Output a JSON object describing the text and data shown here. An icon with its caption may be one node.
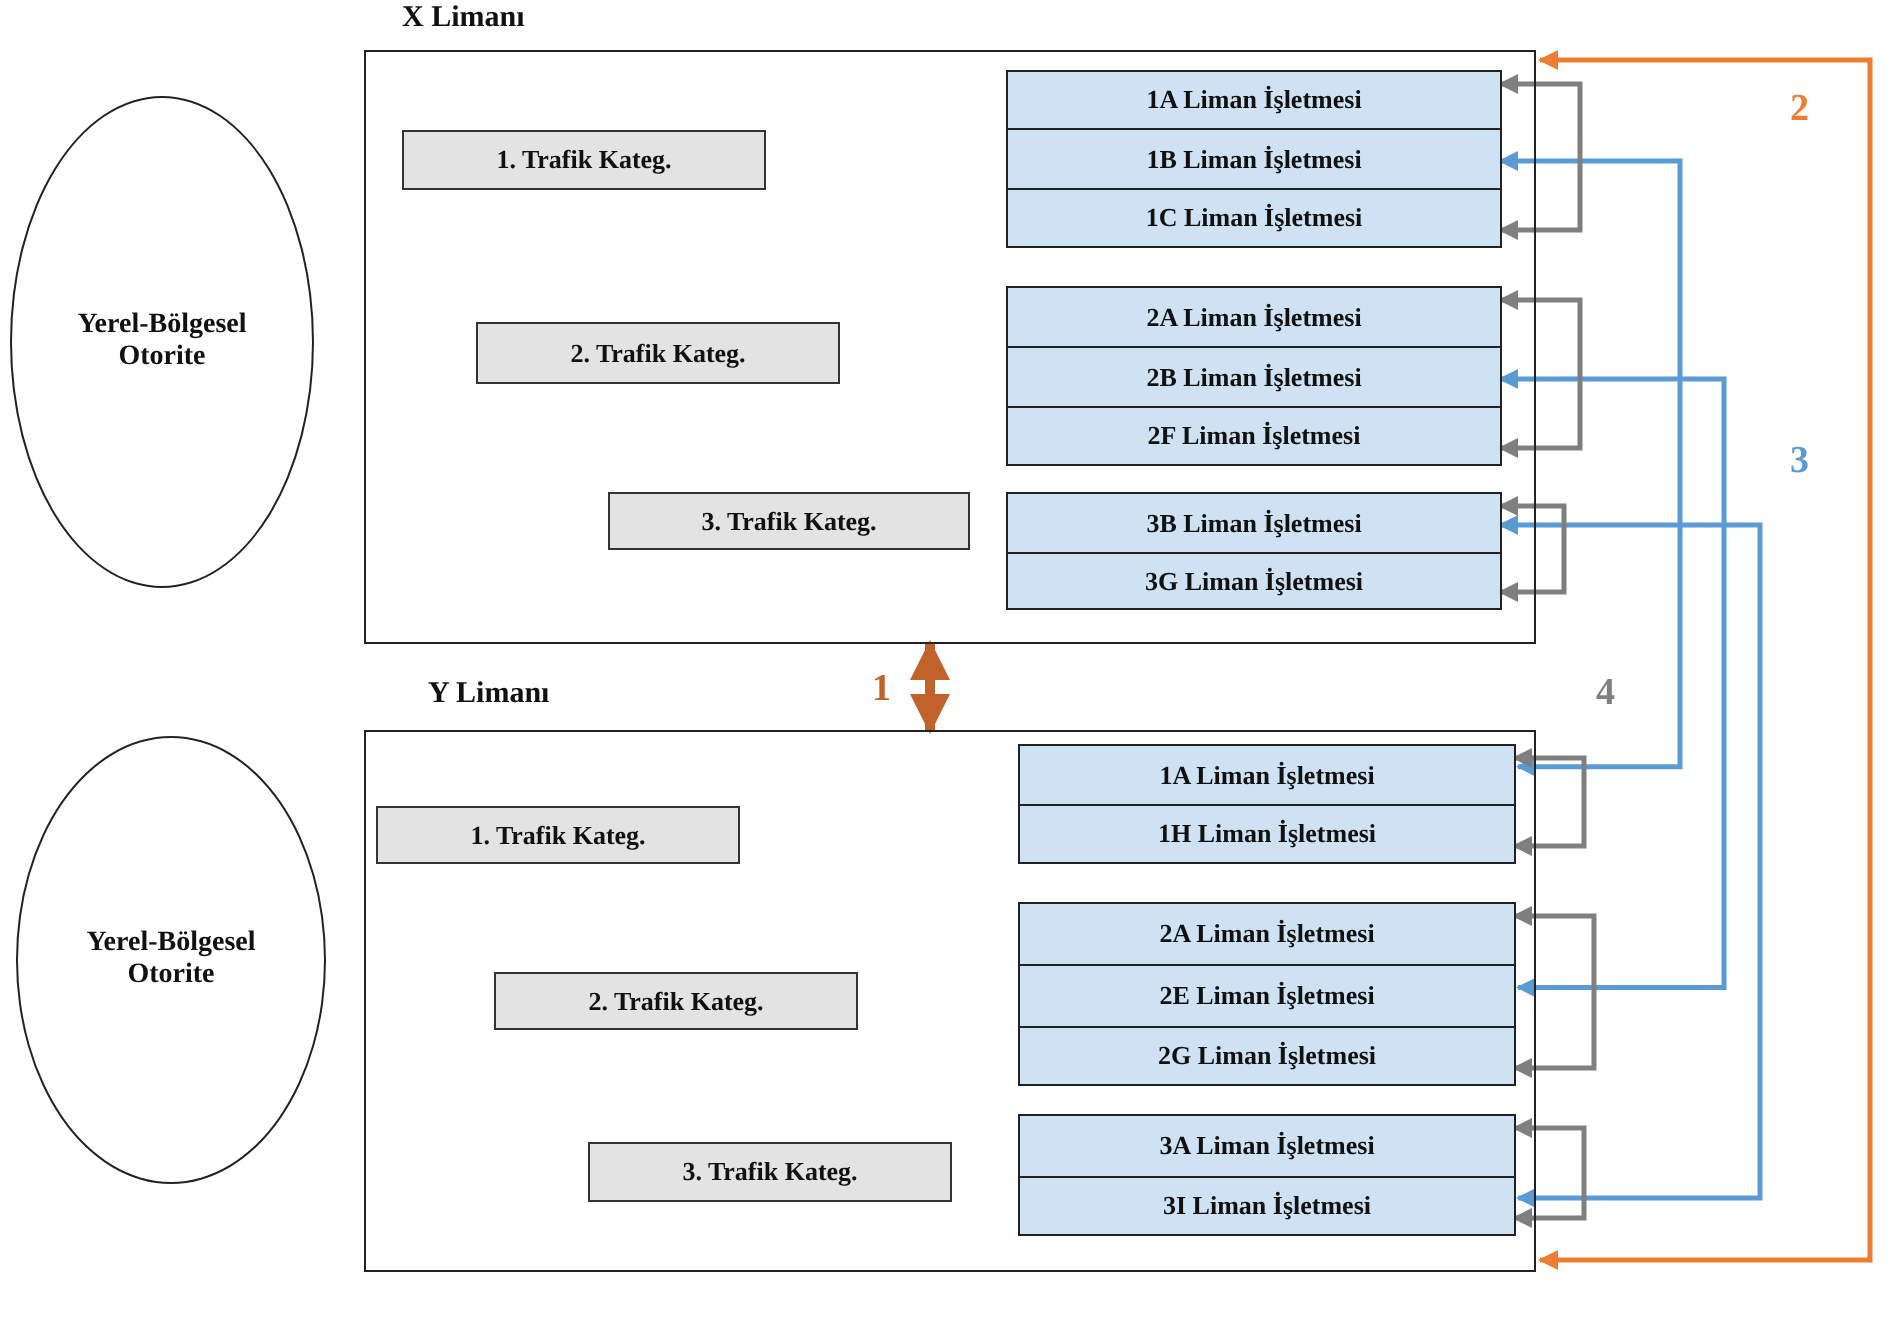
{
  "diagram": {
    "nodes": [
      {
        "text": [
          "X Limanı"
        ]
      },
      {
        "text": [
          "1. Trafik Kateg."
        ],
        "in": 0
      },
      {
        "text": [
          "2. Trafik Kateg."
        ],
        "in": 0
      },
      {
        "text": [
          "3. Trafik Kateg."
        ],
        "in": 0
      },
      {
        "text": [
          "1A Liman İşletmesi"
        ],
        "in": 0
      },
      {
        "text": [
          "1B Liman İşletmesi"
        ],
        "in": 0
      },
      {
        "text": [
          "1C Liman İşletmesi"
        ],
        "in": 0
      },
      {
        "text": [
          "2A Liman İşletmesi"
        ],
        "in": 0
      },
      {
        "text": [
          "2B Liman İşletmesi"
        ],
        "in": 0
      },
      {
        "text": [
          "2F Liman İşletmesi"
        ],
        "in": 0
      },
      {
        "text": [
          "3B Liman İşletmesi"
        ],
        "in": 0
      },
      {
        "text": [
          "3G Liman İşletmesi"
        ],
        "in": 0
      },
      {
        "text": [
          "Yerel-Bölgesel Otorite"
        ]
      },
      {
        "text": [
          "Y Limanı"
        ]
      },
      {
        "text": [
          "1. Trafik Kateg."
        ],
        "in": 13
      },
      {
        "text": [
          "2. Trafik Kateg."
        ],
        "in": 13
      },
      {
        "text": [
          "3. Trafik Kateg."
        ],
        "in": 13
      },
      {
        "text": [
          "1A Liman İşletmesi"
        ],
        "in": 13
      },
      {
        "text": [
          "1H Liman İşletmesi"
        ],
        "in": 13
      },
      {
        "text": [
          "2A Liman İşletmesi"
        ],
        "in": 13
      },
      {
        "text": [
          "2E Liman İşletmesi"
        ],
        "in": 13
      },
      {
        "text": [
          "2G Liman İşletmesi"
        ],
        "in": 13
      },
      {
        "text": [
          "3A Liman İşletmesi"
        ],
        "in": 13
      },
      {
        "text": [
          "3I Liman İşletmesi"
        ],
        "in": 13
      },
      {
        "text": [
          "Yerel-Bölgesel Otorite"
        ]
      }
    ],
    "edges": [
      {
        "from": 0,
        "to": 13,
        "arrow": "both",
        "style": "thick",
        "color": "#c0622a"
      },
      {
        "from": 0,
        "to": 13,
        "arrow": "both",
        "color": "#ed7d31"
      },
      {
        "from": 5,
        "to": 17,
        "arrow": "both",
        "color": "#5b9bd5"
      },
      {
        "from": 8,
        "to": 20,
        "arrow": "both",
        "color": "#5b9bd5"
      },
      {
        "from": 10,
        "to": 23,
        "arrow": "both",
        "color": "#5b9bd5"
      },
      {
        "from": 4,
        "to": 6,
        "arrow": "both"
      },
      {
        "from": 7,
        "to": 9,
        "arrow": "both"
      },
      {
        "from": 10,
        "to": 11,
        "arrow": "both"
      },
      {
        "from": 17,
        "to": 18,
        "arrow": "both"
      },
      {
        "from": 19,
        "to": 21,
        "arrow": "both"
      },
      {
        "from": 22,
        "to": 23,
        "arrow": "both"
      }
    ],
    "labels": [
      "1",
      "2",
      "3",
      "4"
    ]
  }
}
